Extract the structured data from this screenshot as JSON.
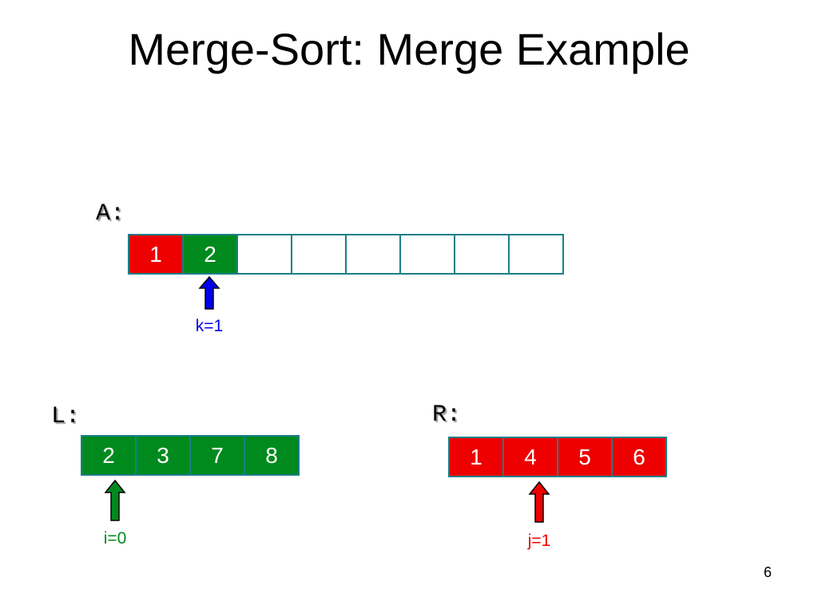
{
  "title": "Merge-Sort: Merge Example",
  "colors": {
    "red": "#ee0000",
    "green": "#008a1e",
    "blue": "#0000ee",
    "border": "#1a7f86"
  },
  "arrays": {
    "A": {
      "label": "A:",
      "cells": [
        {
          "value": "1",
          "color": "red"
        },
        {
          "value": "2",
          "color": "green"
        },
        {
          "value": "",
          "color": "white"
        },
        {
          "value": "",
          "color": "white"
        },
        {
          "value": "",
          "color": "white"
        },
        {
          "value": "",
          "color": "white"
        },
        {
          "value": "",
          "color": "white"
        },
        {
          "value": "",
          "color": "white"
        }
      ],
      "pointer": {
        "label": "k=1",
        "index": 1,
        "color": "blue"
      }
    },
    "L": {
      "label": "L:",
      "cells": [
        {
          "value": "2",
          "color": "green"
        },
        {
          "value": "3",
          "color": "green"
        },
        {
          "value": "7",
          "color": "green"
        },
        {
          "value": "8",
          "color": "green"
        }
      ],
      "pointer": {
        "label": "i=0",
        "index": 0,
        "color": "green"
      }
    },
    "R": {
      "label": "R:",
      "cells": [
        {
          "value": "1",
          "color": "red"
        },
        {
          "value": "4",
          "color": "red"
        },
        {
          "value": "5",
          "color": "red"
        },
        {
          "value": "6",
          "color": "red"
        }
      ],
      "pointer": {
        "label": "j=1",
        "index": 1,
        "color": "red"
      }
    }
  },
  "page_number": "6"
}
